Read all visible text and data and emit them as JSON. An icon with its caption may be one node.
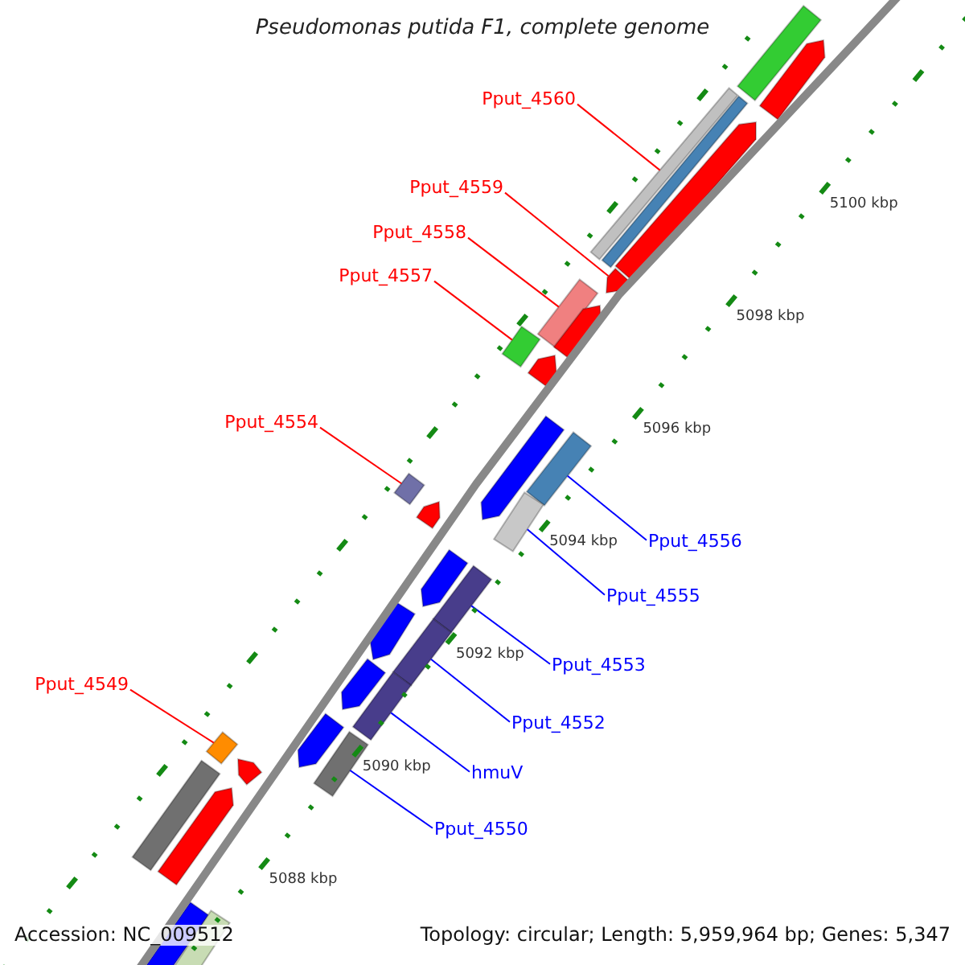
{
  "diagram": {
    "title": "Pseudomonas putida F1, complete genome",
    "nodes": [
      {
        "text": [
          "Pput_4560"
        ]
      },
      {
        "text": [
          "Pput_4559"
        ]
      },
      {
        "text": [
          "Pput_4558"
        ]
      },
      {
        "text": [
          "Pput_4557"
        ]
      },
      {
        "text": [
          "Pput_4554"
        ]
      },
      {
        "text": [
          "Pput_4556"
        ]
      },
      {
        "text": [
          "Pput_4555"
        ]
      },
      {
        "text": [
          "Pput_4553"
        ]
      },
      {
        "text": [
          "Pput_4552"
        ]
      },
      {
        "text": [
          "Pput_4549"
        ]
      },
      {
        "text": [
          "hmuV"
        ]
      },
      {
        "text": [
          "Pput_4550"
        ]
      },
      {
        "text": [],
        "shape": "bar"
      },
      {
        "text": [],
        "shape": "bar"
      },
      {
        "text": [],
        "shape": "bar"
      },
      {
        "text": [],
        "shape": "bar"
      },
      {
        "text": [],
        "shape": "bar"
      },
      {
        "text": [],
        "shape": "bar"
      },
      {
        "text": [],
        "shape": "bar"
      },
      {
        "text": [],
        "shape": "bar"
      },
      {
        "text": [],
        "shape": "bar"
      },
      {
        "text": [],
        "shape": "bar"
      },
      {
        "text": [],
        "shape": "bar"
      },
      {
        "text": [],
        "shape": "bar"
      },
      {
        "text": [],
        "shape": "bar"
      },
      {
        "text": [],
        "shape": "bar"
      },
      {
        "text": [],
        "shape": "bar"
      },
      {
        "text": [],
        "shape": "bar"
      },
      {
        "text": [],
        "shape": "bar"
      },
      {
        "text": [],
        "shape": "bar"
      },
      {
        "text": [],
        "shape": "bar"
      },
      {
        "text": [],
        "shape": "bar"
      },
      {
        "text": [],
        "shape": "bar"
      },
      {
        "text": [],
        "shape": "bar"
      },
      {
        "text": [],
        "shape": "bar"
      },
      {
        "text": [],
        "shape": "bar"
      },
      {
        "text": [],
        "shape": "bar"
      },
      {
        "text": [],
        "shape": "bar"
      },
      {
        "text": [],
        "shape": "bar"
      },
      {
        "text": [],
        "shape": "bar"
      }
    ],
    "edges": [
      {
        "from": 0,
        "to": 12,
        "arrow": "none"
      },
      {
        "from": 1,
        "to": 13,
        "arrow": "none"
      },
      {
        "from": 2,
        "to": 14,
        "arrow": "none"
      },
      {
        "from": 3,
        "to": 15,
        "arrow": "none"
      },
      {
        "from": 4,
        "to": 16,
        "arrow": "none"
      },
      {
        "from": 5,
        "to": 17,
        "arrow": "none",
        "color": "#0000ff"
      },
      {
        "from": 6,
        "to": 18,
        "arrow": "none",
        "color": "#0000ff"
      },
      {
        "from": 7,
        "to": 19,
        "arrow": "none",
        "color": "#0000ff"
      },
      {
        "from": 8,
        "to": 20,
        "arrow": "none",
        "color": "#0000ff"
      },
      {
        "from": 9,
        "to": 22,
        "arrow": "none"
      },
      {
        "from": 10,
        "to": 21,
        "arrow": "none",
        "color": "#0000ff"
      },
      {
        "from": 11,
        "to": 23,
        "arrow": "none",
        "color": "#0000ff"
      }
    ],
    "labels": [
      "5100 kbp",
      "5098 kbp",
      "5096 kbp",
      "5094 kbp",
      "5092 kbp",
      "5090 kbp",
      "5088 kbp",
      "Accession: NC_009512",
      "Topology: circular; Length: 5,959,964 bp; Genes: 5,347"
    ]
  }
}
